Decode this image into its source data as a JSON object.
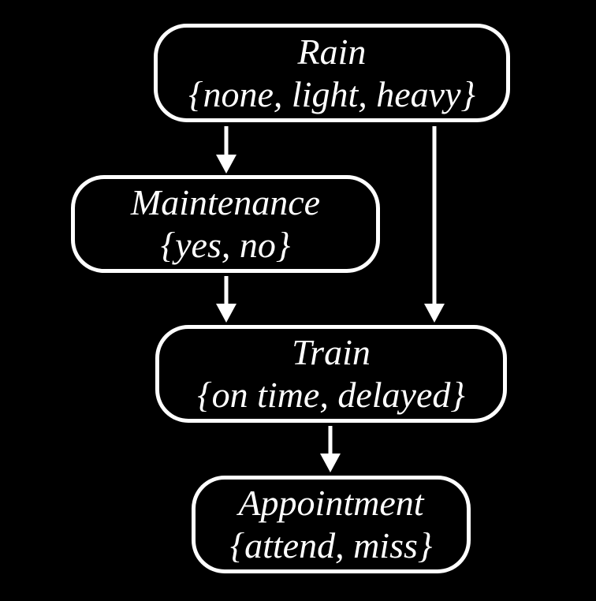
{
  "diagram": {
    "type": "bayesian-network",
    "background": "#000000",
    "node_border_color": "#ffffff",
    "text_color": "#ffffff",
    "nodes": [
      {
        "id": "rain",
        "label": "Rain",
        "values": "{none, light, heavy}"
      },
      {
        "id": "maintenance",
        "label": "Maintenance",
        "values": "{yes, no}"
      },
      {
        "id": "train",
        "label": "Train",
        "values": "{on time, delayed}"
      },
      {
        "id": "appointment",
        "label": "Appointment",
        "values": "{attend, miss}"
      }
    ],
    "edges": [
      {
        "from": "rain",
        "to": "maintenance"
      },
      {
        "from": "rain",
        "to": "train"
      },
      {
        "from": "maintenance",
        "to": "train"
      },
      {
        "from": "train",
        "to": "appointment"
      }
    ]
  }
}
